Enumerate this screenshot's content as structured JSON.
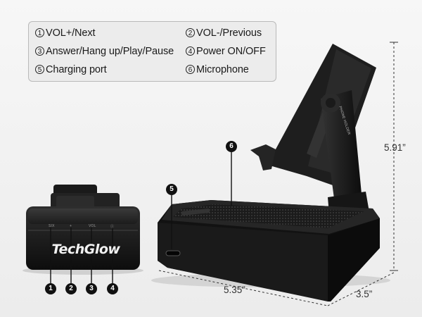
{
  "legend": {
    "items": [
      {
        "num": "1",
        "label": "VOL+/Next"
      },
      {
        "num": "2",
        "label": "VOL-/Previous"
      },
      {
        "num": "3",
        "label": "Answer/Hang up/Play/Pause"
      },
      {
        "num": "4",
        "label": "Power ON/OFF"
      },
      {
        "num": "5",
        "label": "Charging port"
      },
      {
        "num": "6",
        "label": "Microphone"
      }
    ]
  },
  "product": {
    "brand": "TechGlow",
    "holder_label": "PHONE HOLDER",
    "button_marks": [
      "SIX",
      "+",
      "VOL",
      "Ⓘ"
    ],
    "callouts": [
      "1",
      "2",
      "3",
      "4",
      "5",
      "6"
    ]
  },
  "dimensions": {
    "height": "5.91”",
    "width": "5.35”",
    "depth": "3.5”"
  }
}
